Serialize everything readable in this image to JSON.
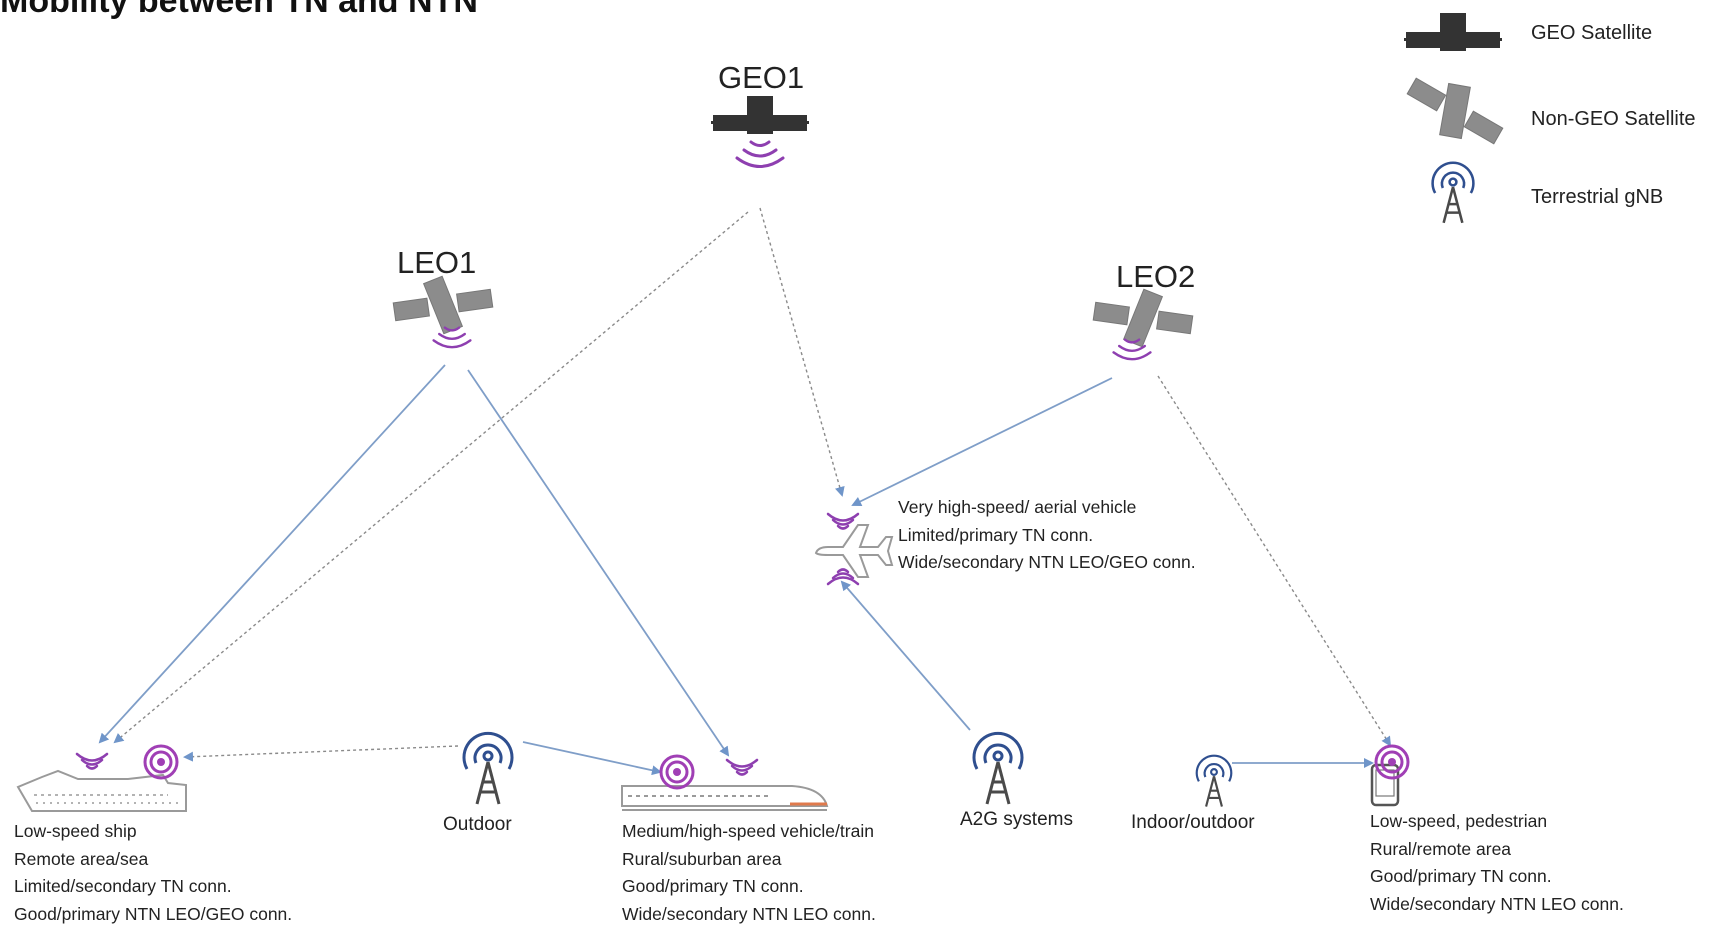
{
  "title": "Mobility between TN and NTN",
  "legend": {
    "geo": "GEO Satellite",
    "non_geo": "Non-GEO Satellite",
    "gnb": "Terrestrial gNB"
  },
  "satellites": {
    "geo1": "GEO1",
    "leo1": "LEO1",
    "leo2": "LEO2"
  },
  "nodes": {
    "outdoor": "Outdoor",
    "a2g": "A2G systems",
    "indoor_outdoor": "Indoor/outdoor"
  },
  "aerial": [
    "Very high-speed/ aerial vehicle",
    "Limited/primary TN conn.",
    "Wide/secondary NTN LEO/GEO conn."
  ],
  "ship": [
    "Low-speed ship",
    "Remote area/sea",
    "Limited/secondary TN conn.",
    "Good/primary NTN LEO/GEO conn."
  ],
  "train": [
    "Medium/high-speed vehicle/train",
    "Rural/suburban area",
    "Good/primary TN conn.",
    "Wide/secondary NTN LEO conn."
  ],
  "pedestrian": [
    "Low-speed, pedestrian",
    "Rural/remote area",
    "Good/primary TN conn.",
    "Wide/secondary NTN LEO conn."
  ],
  "colors": {
    "satellite_dark": "#333333",
    "satellite_gray": "#8c8c8c",
    "signal_purple": "#8e3fb0",
    "gnb_blue": "#2f4f8f",
    "link_blue": "#7f9ec8",
    "dashed_link": "#8a8a8a"
  },
  "icons": {
    "geo": "geo-satellite-icon",
    "non_geo": "non-geo-satellite-icon",
    "gnb": "terrestrial-gnb-icon",
    "ship": "ship-icon",
    "train": "train-icon",
    "plane": "airplane-icon",
    "phone": "smartphone-icon"
  }
}
